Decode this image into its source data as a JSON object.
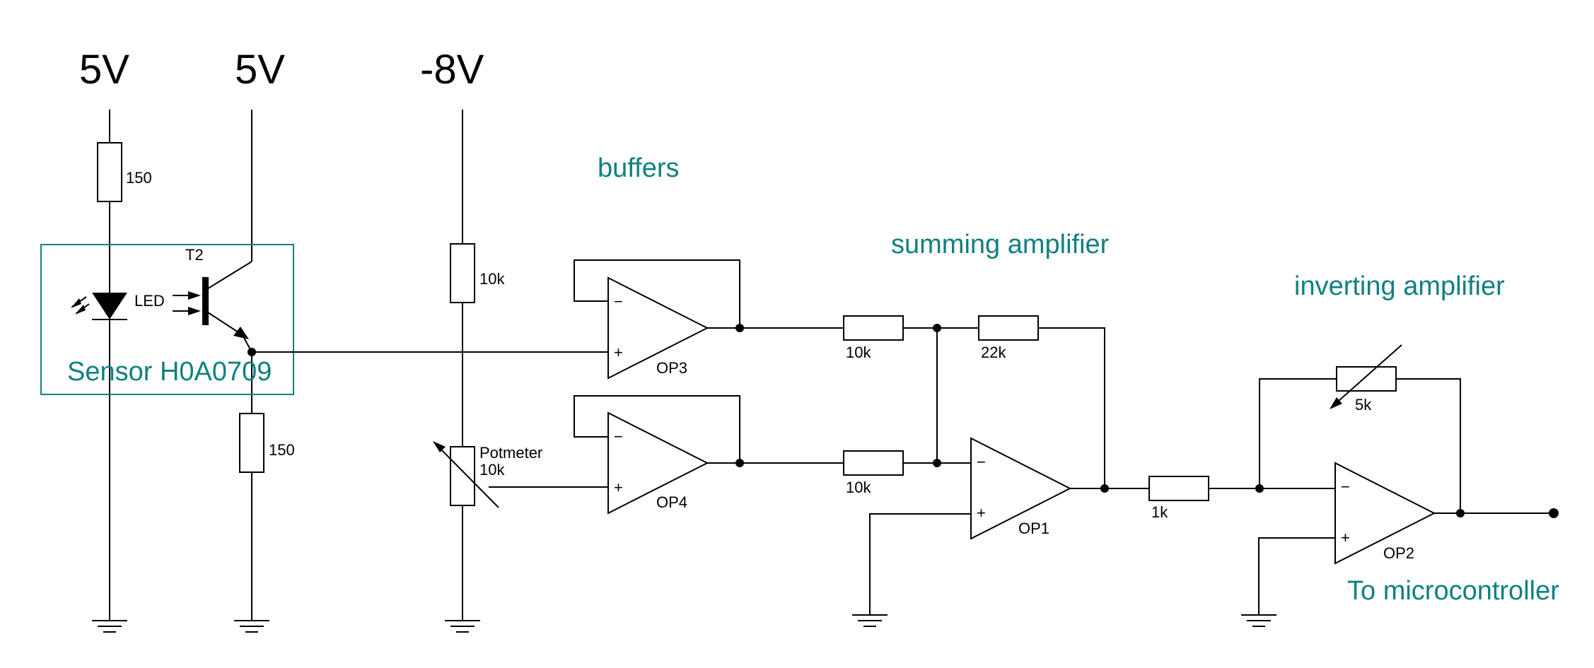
{
  "supplies": {
    "v1": "5V",
    "v2": "5V",
    "v3": "-8V"
  },
  "sections": {
    "buffers": "buffers",
    "summing": "summing amplifier",
    "inverting": "inverting amplifier",
    "output": "To microcontroller"
  },
  "sensor": {
    "label": "Sensor H0A0709",
    "transistor": "T2",
    "led": "LED"
  },
  "resistors": {
    "r_led": "150",
    "r_emitter": "150",
    "r_top": "10k",
    "r_op3_out": "10k",
    "r_feedback": "22k",
    "r_op4_out": "10k",
    "r_input": "1k",
    "r_var": "5k"
  },
  "potmeter": {
    "name": "Potmeter",
    "value": "10k"
  },
  "opamps": {
    "op1": "OP1",
    "op2": "OP2",
    "op3": "OP3",
    "op4": "OP4"
  },
  "signs": {
    "minus": "−",
    "plus": "+"
  },
  "colors": {
    "annotation": "#118080",
    "wire": "#000000"
  }
}
